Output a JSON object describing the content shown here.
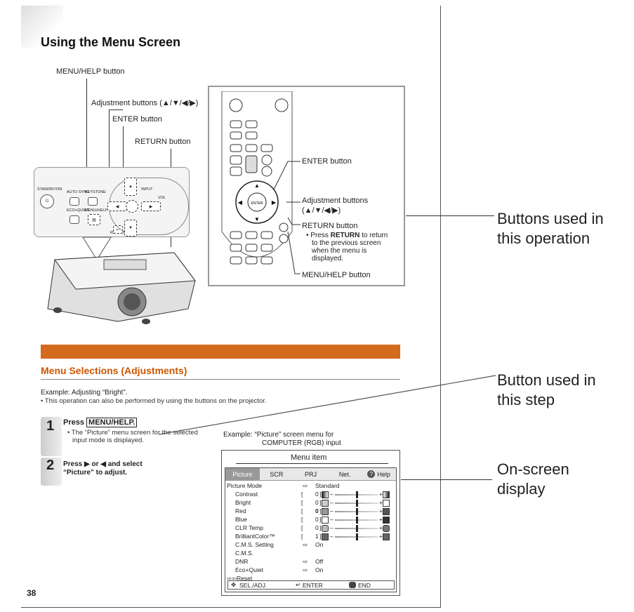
{
  "page": {
    "title": "Using the Menu Screen",
    "page_number": "38"
  },
  "callouts": {
    "menu_help_top": "MENU/HELP button",
    "adjustment_top": "Adjustment buttons (▲/▼/◀/▶)",
    "enter_top": "ENTER button",
    "return_top": "RETURN button"
  },
  "projector_panel": {
    "standby": "STANDBY/ON",
    "auto_sync": "AUTO SYNC",
    "keystone": "KEYSTONE",
    "eco_quiet": "ECO+QUIET",
    "menu_help": "MENU/HELP",
    "return": "RETURN",
    "input": "INPUT",
    "vol": "VOL"
  },
  "remote": {
    "enter_label": "ENTER button",
    "adjust_label": "Adjustment buttons",
    "adjust_arrows": "(▲/▼/◀/▶)",
    "return_label": "RETURN button",
    "return_note_1": "• Press ",
    "return_note_bold": "RETURN",
    "return_note_2": " to return",
    "return_note_3": "to the previous screen",
    "return_note_4": "when the menu is",
    "return_note_5": "displayed.",
    "menu_help_label": "MENU/HELP button",
    "enter_btn_text": "ENTER"
  },
  "side_labels": {
    "buttons_used_1": "Buttons used in",
    "buttons_used_2": "this operation",
    "button_step_1": "Button used in",
    "button_step_2": "this step",
    "onscreen_1": "On-screen",
    "onscreen_2": "display"
  },
  "section": {
    "heading": "Menu Selections (Adjustments)",
    "example": "Example: Adjusting “Bright”.",
    "note": "• This operation can also be performed by using the buttons on the projector."
  },
  "steps": [
    {
      "num": "1",
      "prefix": "Press ",
      "key": "MENU/HELP.",
      "note_1": "• The “Picture” menu screen for the selected",
      "note_2": "input mode is displayed."
    },
    {
      "num": "2",
      "line_1": "Press ▶ or ◀ and select",
      "line_2": "“Picture” to adjust."
    }
  ],
  "menu_example": {
    "caption_1": "Example: “Picture” screen menu for",
    "caption_2": "COMPUTER (RGB) input",
    "menu_item_label": "Menu item",
    "tabs": [
      "Picture",
      "SCR",
      "PRJ",
      "Net.",
      "Help"
    ],
    "picture_mode_label": "Picture Mode",
    "picture_mode_value": "Standard",
    "rows": [
      {
        "label": "Contrast",
        "value": "0"
      },
      {
        "label": "Bright",
        "value": "0"
      },
      {
        "label": "Red",
        "value": "0"
      },
      {
        "label": "Blue",
        "value": "0"
      },
      {
        "label": "CLR Temp",
        "value": "0"
      },
      {
        "label": "BrilliantColor™",
        "value": "1"
      }
    ],
    "cms_setting_label": "C.M.S. Setting",
    "cms_setting_value": "On",
    "cms_label": "C.M.S.",
    "dnr_label": "DNR",
    "dnr_value": "Off",
    "eco_label": "Eco+Quiet",
    "eco_value": "On",
    "reset_label": "Reset",
    "footer_sel": "SEL./ADJ.",
    "footer_enter": "ENTER",
    "footer_end": "END"
  }
}
